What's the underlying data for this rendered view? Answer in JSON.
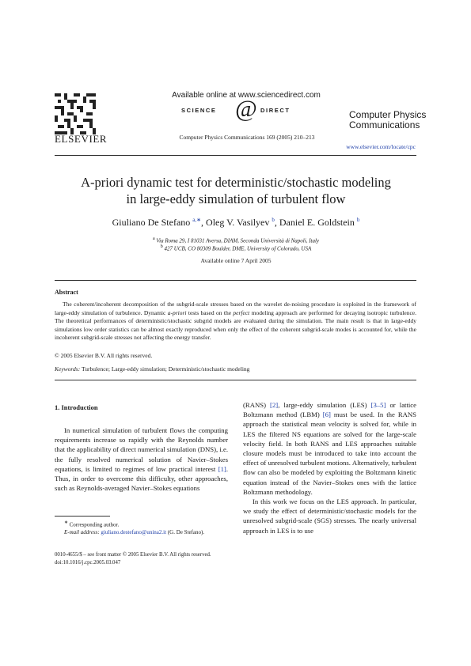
{
  "header": {
    "publisher": "ELSEVIER",
    "available_online": "Available online at www.sciencedirect.com",
    "sd_left": "SCIENCE",
    "sd_at": "@",
    "sd_right": "DIRECT",
    "journal_ref": "Computer Physics Communications 169 (2005) 210–213",
    "journal_title_line1": "Computer Physics",
    "journal_title_line2": "Communications",
    "journal_url": "www.elsevier.com/locate/cpc"
  },
  "article": {
    "title_line1": "A-priori dynamic test for deterministic/stochastic modeling",
    "title_line2": "in large-eddy simulation of turbulent flow",
    "authors": [
      {
        "name": "Giuliano De Stefano",
        "sup": "a,∗"
      },
      {
        "name": "Oleg V. Vasilyev",
        "sup": "b"
      },
      {
        "name": "Daniel E. Goldstein",
        "sup": "b"
      }
    ],
    "affiliations": [
      {
        "sup": "a",
        "text": "Via Roma 29, I 81031 Aversa, DIAM, Seconda Università di Napoli, Italy"
      },
      {
        "sup": "b",
        "text": "427 UCB, CO 80309 Boulder, DME, University of Colorado, USA"
      }
    ],
    "available_online": "Available online 7 April 2005"
  },
  "abstract": {
    "heading": "Abstract",
    "p1": "The coherent/incoherent decomposition of the subgrid-scale stresses based on the wavelet de-noising procedure is exploited in the framework of large-eddy simulation of turbulence. Dynamic ",
    "p1_em": "a-priori",
    "p2": " tests based on the ",
    "p2_em": "perfect",
    "p3": " modeling approach are performed for decaying isotropic turbulence. The theoretical performances of deterministic/stochastic subgrid models are evaluated during the simulation. The main result is that in large-eddy simulations low order statistics can be almost exactly reproduced when only the effect of the coherent subgrid-scale modes is accounted for, while the incoherent subgrid-scale stresses not affecting the energy transfer.",
    "copyright": "© 2005 Elsevier B.V. All rights reserved.",
    "keywords_label": "Keywords:",
    "keywords": " Turbulence; Large-eddy simulation; Deterministic/stochastic modeling"
  },
  "section": {
    "heading": "1. Introduction",
    "left_a": "In numerical simulation of turbulent flows the computing requirements increase so rapidly with the Reynolds number that the applicability of direct numerical simulation (DNS), i.e. the fully resolved numerical solution of Navier–Stokes equations, is limited to regimes of low practical interest ",
    "ref1": "[1]",
    "left_b": ". Thus, in order to overcome this difficulty, other approaches, such as Reynolds-averaged Navier–Stokes equations",
    "right_a": "(RANS) ",
    "ref2": "[2]",
    "right_b": ", large-eddy simulation (LES) ",
    "ref3": "[3–5]",
    "right_c": " or lattice Boltzmann method (LBM) ",
    "ref6": "[6]",
    "right_d": " must be used. In the RANS approach the statistical mean velocity is solved for, while in LES the filtered NS equations are solved for the large-scale velocity field. In both RANS and LES approaches suitable closure models must be introduced to take into account the effect of unresolved turbulent motions. Alternatively, turbulent flow can also be modeled by exploiting the Boltzmann kinetic equation instead of the Navier–Stokes ones with the lattice Boltzmann methodology.",
    "right_p2": "In this work we focus on the LES approach. In particular, we study the effect of deterministic/stochastic models for the unresolved subgrid-scale (SGS) stresses. The nearly universal approach in LES is to use"
  },
  "footnote": {
    "mark": "∗",
    "text": " Corresponding author.",
    "email_label": "E-mail address:",
    "email": "giuliano.destefano@unina2.it",
    "email_after": " (G. De Stefano)."
  },
  "bottom": {
    "line1": "0010-4655/$ – see front matter © 2005 Elsevier B.V. All rights reserved.",
    "line2": "doi:10.1016/j.cpc.2005.03.047"
  }
}
